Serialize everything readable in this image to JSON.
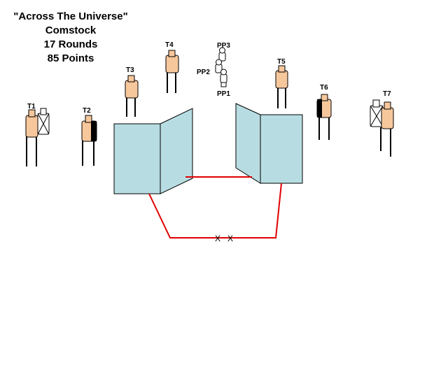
{
  "title": {
    "line1": "\"Across The Universe\"",
    "line2": "Comstock",
    "line3": "17 Rounds",
    "line4": "85 Points"
  },
  "targets": {
    "t1": "T1",
    "t2": "T2",
    "t3": "T3",
    "t4": "T4",
    "t5": "T5",
    "t6": "T6",
    "t7": "T7"
  },
  "poppers": {
    "pp1": "PP1",
    "pp2": "PP2",
    "pp3": "PP3"
  },
  "shooting_positions": {
    "mark1": "X",
    "mark2": "X"
  },
  "colors": {
    "target_fill": "#f7c79c",
    "no_shoot_fill": "#ffffff",
    "hard_cover": "#000000",
    "wall_fill": "#b7dde2",
    "fault_line": "#e00000"
  }
}
